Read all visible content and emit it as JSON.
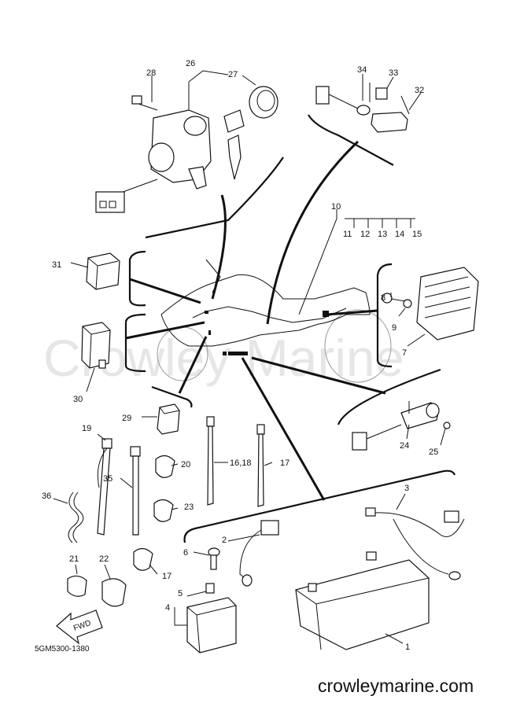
{
  "watermark": "Crowley Marine",
  "website": "crowleymarine.com",
  "diagram_code": "5GM5300-1380",
  "fwd_label": "FWD",
  "callouts": {
    "p1": "1",
    "p2": "2",
    "p3": "3",
    "p4": "4",
    "p5": "5",
    "p6": "6",
    "p7": "7",
    "p8": "8",
    "p9": "9",
    "p10": "10",
    "p11": "11",
    "p12": "12",
    "p13": "13",
    "p14": "14",
    "p15": "15",
    "p16_18": "16,18",
    "p17a": "17",
    "p17b": "17",
    "p19": "19",
    "p20": "20",
    "p21": "21",
    "p22": "22",
    "p23": "23",
    "p24": "24",
    "p25": "25",
    "p26": "26",
    "p27": "27",
    "p28": "28",
    "p29": "29",
    "p30": "30",
    "p31": "31",
    "p32": "32",
    "p33": "33",
    "p34": "34",
    "p35": "35",
    "p36": "36"
  }
}
